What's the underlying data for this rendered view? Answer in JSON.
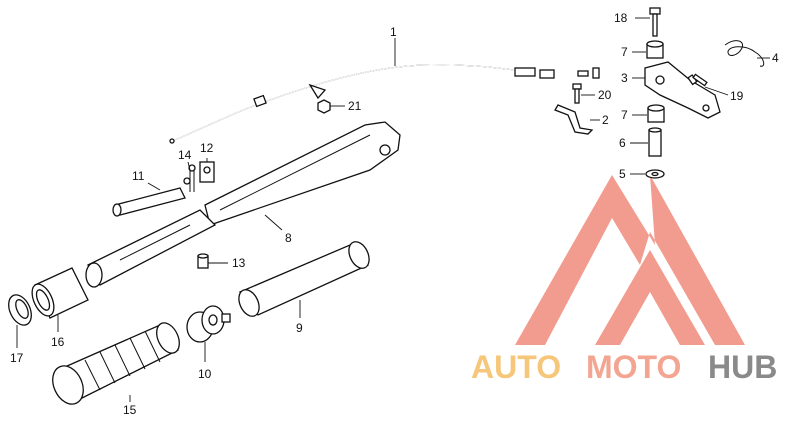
{
  "diagram": {
    "part_numbers": [
      "1",
      "2",
      "3",
      "4",
      "5",
      "6",
      "7",
      "7",
      "8",
      "9",
      "10",
      "11",
      "12",
      "13",
      "14",
      "15",
      "16",
      "17",
      "18",
      "19",
      "20",
      "21"
    ]
  },
  "watermark": {
    "word_1": "AUTO",
    "word_2": "MOTO",
    "word_3": "HUB",
    "colors": {
      "triangle": "#f08a7c",
      "auto": "#f6c77a",
      "moto": "#f3a592",
      "hub": "#8a8a8a"
    }
  }
}
